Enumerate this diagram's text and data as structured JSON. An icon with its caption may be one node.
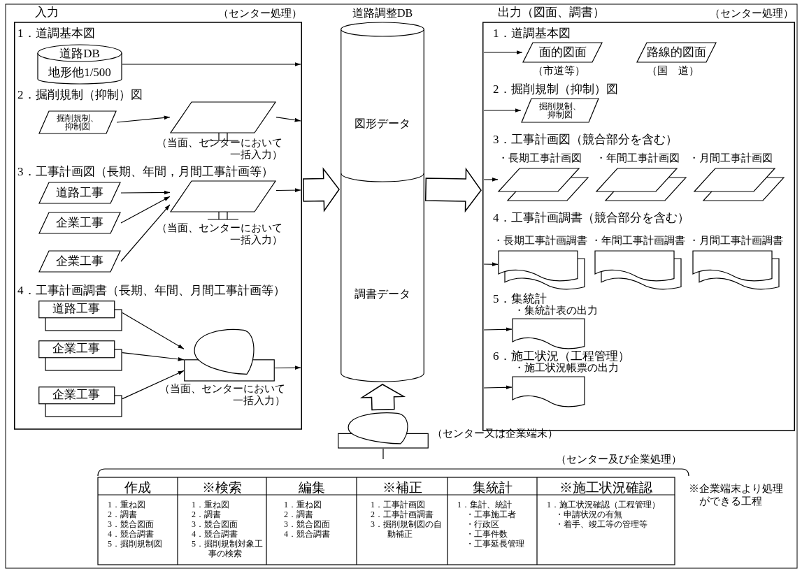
{
  "diagram": {
    "nodes": [
      {
        "text": [
          "入力",
          "（センター処理）"
        ]
      },
      {
        "text": [
          "道路DB",
          "地形他1/500"
        ],
        "in": 0
      },
      {
        "text": [
          "掘削規制、抑制図"
        ],
        "in": 0
      },
      {
        "text": [],
        "shape": "tablet",
        "in": 0,
        "beside": [
          "（当面、センターにおいて一括入力）"
        ]
      },
      {
        "text": [
          "道路工事"
        ],
        "in": 0
      },
      {
        "text": [
          "企業工事"
        ],
        "in": 0
      },
      {
        "text": [
          "企業工事"
        ],
        "in": 0
      },
      {
        "text": [],
        "shape": "tablet",
        "in": 0,
        "beside": [
          "（当面、センターにおいて一括入力）"
        ]
      },
      {
        "text": [
          "道路工事"
        ],
        "in": 0
      },
      {
        "text": [
          "企業工事"
        ],
        "in": 0
      },
      {
        "text": [
          "企業工事"
        ],
        "in": 0
      },
      {
        "text": [],
        "shape": "terminal",
        "in": 0,
        "beside": [
          "（当面、センターにおいて一括入力）"
        ]
      },
      {
        "text": [
          "道路調整DB",
          "図形データ",
          "調書データ"
        ]
      },
      {
        "text": [],
        "shape": "terminal",
        "beside": [
          "（センター又は企業端末）"
        ]
      },
      {
        "text": [
          "出力（図面、調書）",
          "（センター処理）"
        ]
      },
      {
        "text": [
          "面的図面"
        ],
        "in": 14,
        "beside": [
          "（市道等）"
        ]
      },
      {
        "text": [
          "路線的図面"
        ],
        "in": 14,
        "beside": [
          "（国　道）"
        ]
      },
      {
        "text": [
          "掘削規制、抑制図"
        ],
        "in": 14
      },
      {
        "text": [],
        "shape": "parallelogram",
        "in": 14,
        "beside": [
          "・長期工事計画図"
        ]
      },
      {
        "text": [],
        "shape": "parallelogram",
        "in": 14,
        "beside": [
          "・年間工事計画図"
        ]
      },
      {
        "text": [],
        "shape": "parallelogram",
        "in": 14,
        "beside": [
          "・月間工事計画図"
        ]
      },
      {
        "text": [],
        "shape": "document",
        "in": 14,
        "beside": [
          "・長期工事計画調書"
        ]
      },
      {
        "text": [],
        "shape": "document",
        "in": 14,
        "beside": [
          "・年間工事計画調書"
        ]
      },
      {
        "text": [],
        "shape": "document",
        "in": 14,
        "beside": [
          "・月間工事計画調書"
        ]
      },
      {
        "text": [],
        "shape": "document",
        "in": 14,
        "beside": [
          "・集統計表の出力"
        ]
      },
      {
        "text": [],
        "shape": "document",
        "in": 14,
        "beside": [
          "・施工状況帳票の出力"
        ]
      }
    ],
    "edges": [
      {
        "from": 1,
        "to": null,
        "arrow": "to"
      },
      {
        "from": 2,
        "to": 3,
        "arrow": "to"
      },
      {
        "from": 3,
        "to": null,
        "arrow": "to"
      },
      {
        "from": 4,
        "to": 7,
        "arrow": "to"
      },
      {
        "from": 5,
        "to": 7,
        "arrow": "to"
      },
      {
        "from": 6,
        "to": 7,
        "arrow": "to"
      },
      {
        "from": 7,
        "to": null,
        "arrow": "to"
      },
      {
        "from": 8,
        "to": 11,
        "arrow": "to"
      },
      {
        "from": 9,
        "to": 11,
        "arrow": "to"
      },
      {
        "from": 10,
        "to": 11,
        "arrow": "to"
      },
      {
        "from": 11,
        "to": null,
        "arrow": "to"
      },
      {
        "from": 0,
        "to": 12,
        "arrow": "to",
        "style": "thick"
      },
      {
        "from": 12,
        "to": 14,
        "arrow": "to",
        "style": "thick"
      },
      {
        "from": 13,
        "to": 12,
        "arrow": "to",
        "style": "thick"
      },
      {
        "from": null,
        "to": 15,
        "arrow": "to"
      },
      {
        "from": null,
        "to": 17,
        "arrow": "to"
      },
      {
        "from": null,
        "to": 18,
        "arrow": "to"
      },
      {
        "from": null,
        "to": 21,
        "arrow": "to"
      },
      {
        "from": null,
        "to": 24,
        "arrow": "to"
      },
      {
        "from": null,
        "to": 25,
        "arrow": "to"
      },
      {
        "from": 13,
        "to": null,
        "arrow": "none"
      }
    ],
    "labels": [
      "1．道調基本図",
      "2．掘削規制（抑制）図",
      "3．工事計画図（長期、年間，月間工事計画等）",
      "4．工事計画調書（長期、年間、月間工事計画等）",
      "1．道調基本図",
      "2．掘削規制（抑制）図",
      "3．工事計画図（競合部分を含む）",
      "4．工事計画調書（競合部分を含む）",
      "5．集統計",
      "6．施工状況（工程管理）",
      "（センター及び企業処理）",
      "作成",
      "※検索",
      "編集",
      "※補正",
      "集統計",
      "※施工状況確認",
      "1．重ね図",
      "2．調書",
      "3．競合図面",
      "4．競合調書",
      "5．掘削規制図",
      "1．重ね図",
      "2．調書",
      "3．競合図面",
      "4．競合調書",
      "5．掘削規制対象工事の検索",
      "1．重ね図",
      "2．調書",
      "3．競合図面",
      "4．競合調書",
      "1．工事計画図",
      "2．工事計画調書",
      "3．掘削規制図の自動補正",
      "1．集計、統計",
      "・工事施工者",
      "・行政区",
      "・工事件数",
      "・工事延長管理",
      "1．施工状況確認（工程管理）",
      "・申請状況の有無",
      "・着手、竣工等の管理等",
      "※企業端末より処理ができる工程"
    ]
  }
}
